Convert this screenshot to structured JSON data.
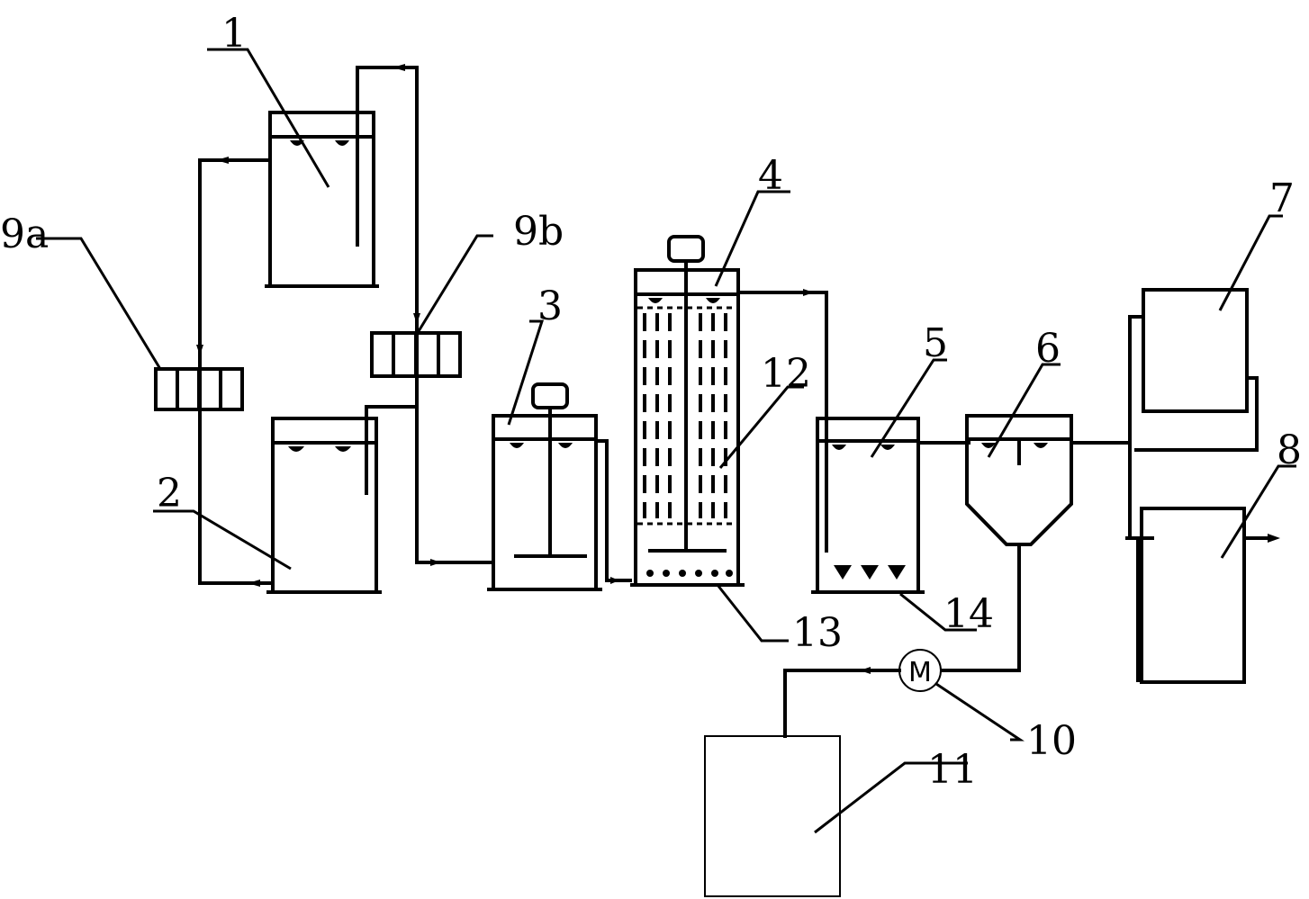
{
  "labels": {
    "l1": "1",
    "l2": "2",
    "l3": "3",
    "l4": "4",
    "l5": "5",
    "l6": "6",
    "l7": "7",
    "l8": "8",
    "l9a": "9a",
    "l9b": "9b",
    "l10": "10",
    "l11": "11",
    "l12": "12",
    "l13": "13",
    "l14": "14"
  },
  "motor_symbol": "M"
}
